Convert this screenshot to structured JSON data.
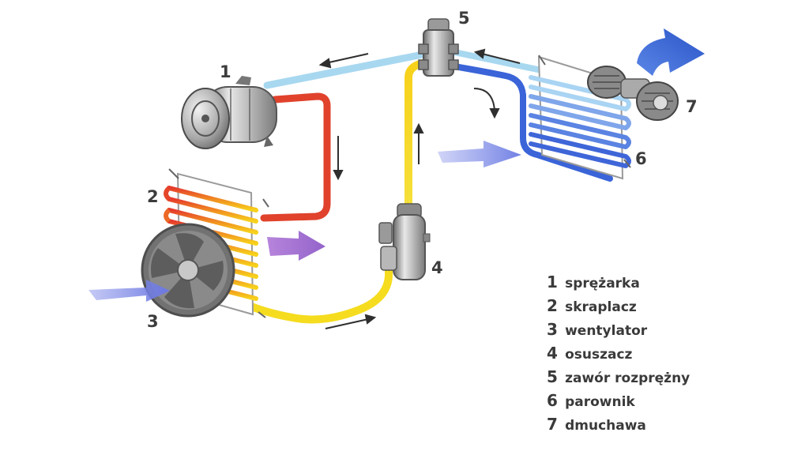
{
  "diagram": {
    "labels": {
      "compressor": "1",
      "condenser": "2",
      "fan": "3",
      "dryer": "4",
      "valve": "5",
      "evaporator": "6",
      "blower": "7"
    },
    "colors": {
      "low_pressure_line": "#a8d8f0",
      "hot_line": "#e0422c",
      "liquid_line": "#f5dc1e",
      "cold_line": "#3a64d8",
      "airflow_in": "#8090e8",
      "airflow_out": "#9b62cc",
      "blower_arrow": "#2f5fd0"
    }
  },
  "legend": {
    "items": [
      {
        "num": "1",
        "text": "sprężarka"
      },
      {
        "num": "2",
        "text": "skraplacz"
      },
      {
        "num": "3",
        "text": "wentylator"
      },
      {
        "num": "4",
        "text": "osuszacz"
      },
      {
        "num": "5",
        "text": "zawór rozprężny"
      },
      {
        "num": "6",
        "text": "parownik"
      },
      {
        "num": "7",
        "text": "dmuchawa"
      }
    ]
  }
}
